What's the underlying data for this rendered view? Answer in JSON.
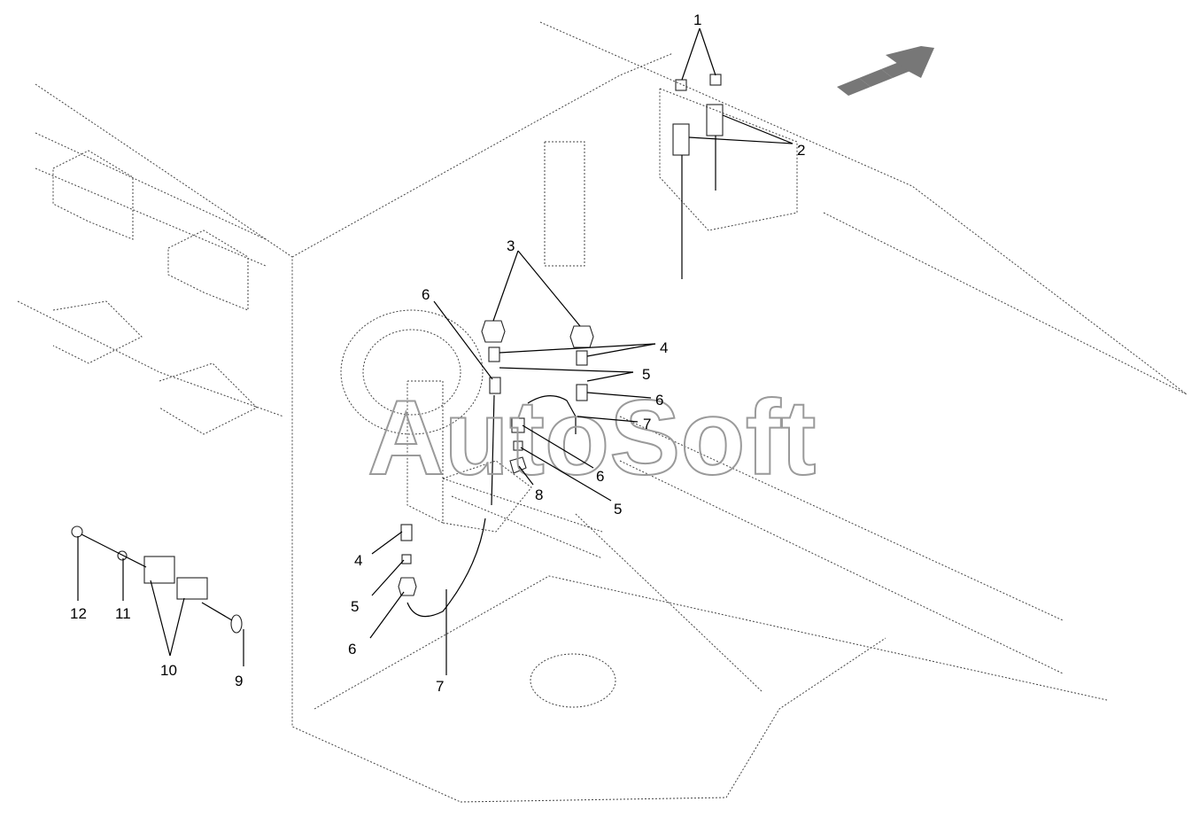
{
  "watermark": "AutoSoft",
  "callouts": [
    {
      "id": "c1",
      "label": "1"
    },
    {
      "id": "c2",
      "label": "2"
    },
    {
      "id": "c3",
      "label": "3"
    },
    {
      "id": "c4a",
      "label": "4"
    },
    {
      "id": "c5a",
      "label": "5"
    },
    {
      "id": "c6a",
      "label": "6"
    },
    {
      "id": "c6b",
      "label": "6"
    },
    {
      "id": "c7a",
      "label": "7"
    },
    {
      "id": "c6c",
      "label": "6"
    },
    {
      "id": "c5b",
      "label": "5"
    },
    {
      "id": "c8",
      "label": "8"
    },
    {
      "id": "c4b",
      "label": "4"
    },
    {
      "id": "c5c",
      "label": "5"
    },
    {
      "id": "c6d",
      "label": "6"
    },
    {
      "id": "c7b",
      "label": "7"
    },
    {
      "id": "c12",
      "label": "12"
    },
    {
      "id": "c11",
      "label": "11"
    },
    {
      "id": "c10",
      "label": "10"
    },
    {
      "id": "c9",
      "label": "9"
    }
  ],
  "direction_arrow": "forward-direction-arrow"
}
